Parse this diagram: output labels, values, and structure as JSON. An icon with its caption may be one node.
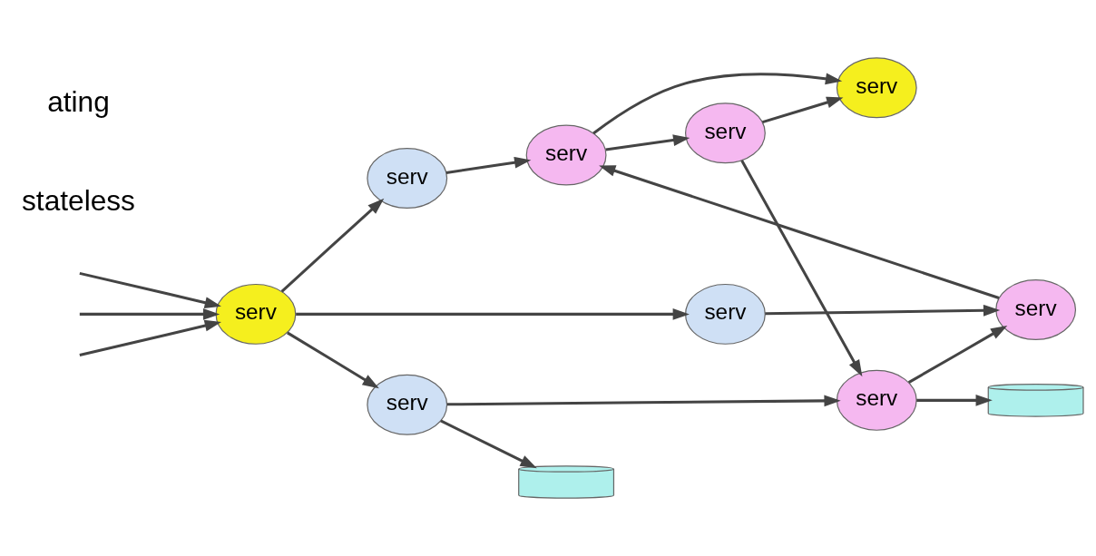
{
  "diagram": {
    "nodes": [
      {
        "text": [
          "serv"
        ]
      },
      {
        "text": [
          "serv"
        ]
      },
      {
        "text": [
          "serv"
        ]
      },
      {
        "text": [
          "serv"
        ]
      },
      {
        "text": [
          "serv"
        ]
      },
      {
        "text": [
          "serv"
        ]
      },
      {
        "text": [
          "serv"
        ]
      },
      {
        "text": [
          "serv"
        ]
      },
      {
        "text": [
          "serv"
        ]
      },
      {
        "text": [],
        "shape": "cylinder"
      },
      {
        "text": [],
        "shape": "cylinder"
      }
    ],
    "edges": [
      {
        "from": null,
        "to": 0,
        "arrow": "to"
      },
      {
        "from": null,
        "to": 0,
        "arrow": "to"
      },
      {
        "from": null,
        "to": 0,
        "arrow": "to"
      },
      {
        "from": 0,
        "to": 1,
        "arrow": "to"
      },
      {
        "from": 0,
        "to": 2,
        "arrow": "to"
      },
      {
        "from": 0,
        "to": 3,
        "arrow": "to"
      },
      {
        "from": 1,
        "to": 4,
        "arrow": "to"
      },
      {
        "from": 2,
        "to": 6,
        "arrow": "to"
      },
      {
        "from": 3,
        "to": 8,
        "arrow": "to"
      },
      {
        "from": 4,
        "to": 5,
        "arrow": "to"
      },
      {
        "from": 4,
        "to": 7,
        "arrow": "to"
      },
      {
        "from": 6,
        "to": 4,
        "arrow": "to"
      },
      {
        "from": 7,
        "to": 5,
        "arrow": "to"
      },
      {
        "from": 7,
        "to": 8,
        "arrow": "to"
      },
      {
        "from": 8,
        "to": 6,
        "arrow": "to"
      },
      {
        "from": 3,
        "to": 9,
        "arrow": "to"
      },
      {
        "from": 8,
        "to": 10,
        "arrow": "to"
      }
    ],
    "labels": [
      "stateless",
      "ating"
    ]
  }
}
